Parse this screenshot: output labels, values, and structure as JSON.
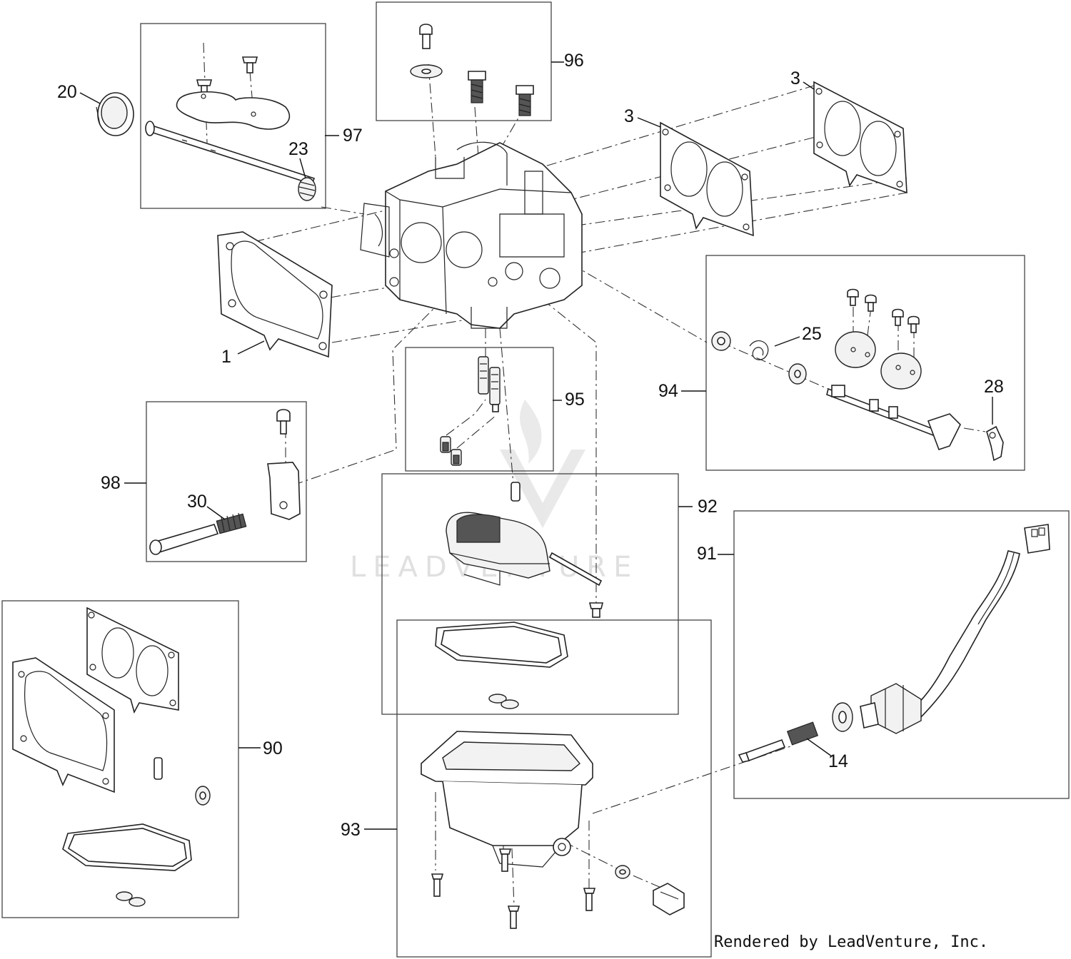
{
  "diagram": {
    "callouts": {
      "c1": "1",
      "c3a": "3",
      "c3b": "3",
      "c14": "14",
      "c20": "20",
      "c23": "23",
      "c25": "25",
      "c28": "28",
      "c30": "30",
      "c90": "90",
      "c91": "91",
      "c92": "92",
      "c93": "93",
      "c94": "94",
      "c95": "95",
      "c96": "96",
      "c97": "97",
      "c98": "98"
    },
    "watermark": "LEADVENTURE",
    "credit": "Rendered by LeadVenture, Inc."
  }
}
